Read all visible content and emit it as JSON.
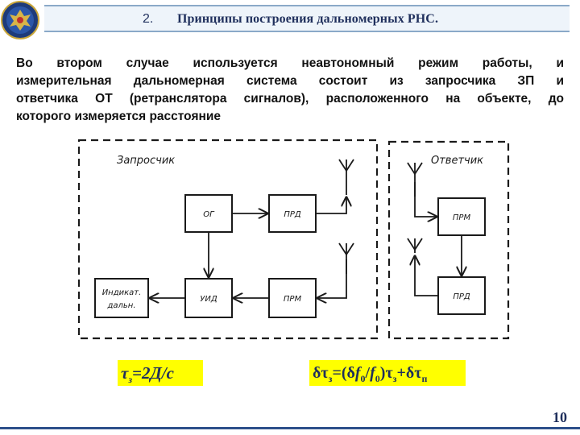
{
  "header": {
    "number": "2.",
    "title": "Принципы построения дальномерных РНС."
  },
  "intro": {
    "line1": "Во втором случае используется неавтономный режим работы, и",
    "line2": "измерительная дальномерная система состоит из запросчика ЗП и",
    "line3": "ответчика ОТ (ретранслятора сигналов), расположенного на объекте, до",
    "line4": "которого измеряется расстояние"
  },
  "diagram": {
    "interrogator_label": "Запросчик",
    "transponder_label": "Ответчик",
    "blocks": {
      "og": "ОГ",
      "prd1": "ПРД",
      "uid": "УИД",
      "prm1": "ПРМ",
      "indicator_line1": "Индикат.",
      "indicator_line2": "дальн.",
      "prm2": "ПРМ",
      "prd2": "ПРД"
    }
  },
  "formulas": {
    "f1_tau": "τ",
    "f1_sub": "з",
    "f1_rest": "=2Д/с",
    "f2_a": "δτ",
    "f2_sub1": "з",
    "f2_b": "=(δ",
    "f2_f": "f",
    "f2_sub2": "0",
    "f2_c": "/",
    "f2_f2": "f",
    "f2_sub3": "0",
    "f2_d": ")τ",
    "f2_sub4": "з",
    "f2_e": "+δτ",
    "f2_sub5": "п"
  },
  "footer": {
    "page_number": "10"
  },
  "colors": {
    "title_text": "#1f2f5c",
    "formula_bg": "#ffff00",
    "accent_line": "#2d4f8a"
  }
}
